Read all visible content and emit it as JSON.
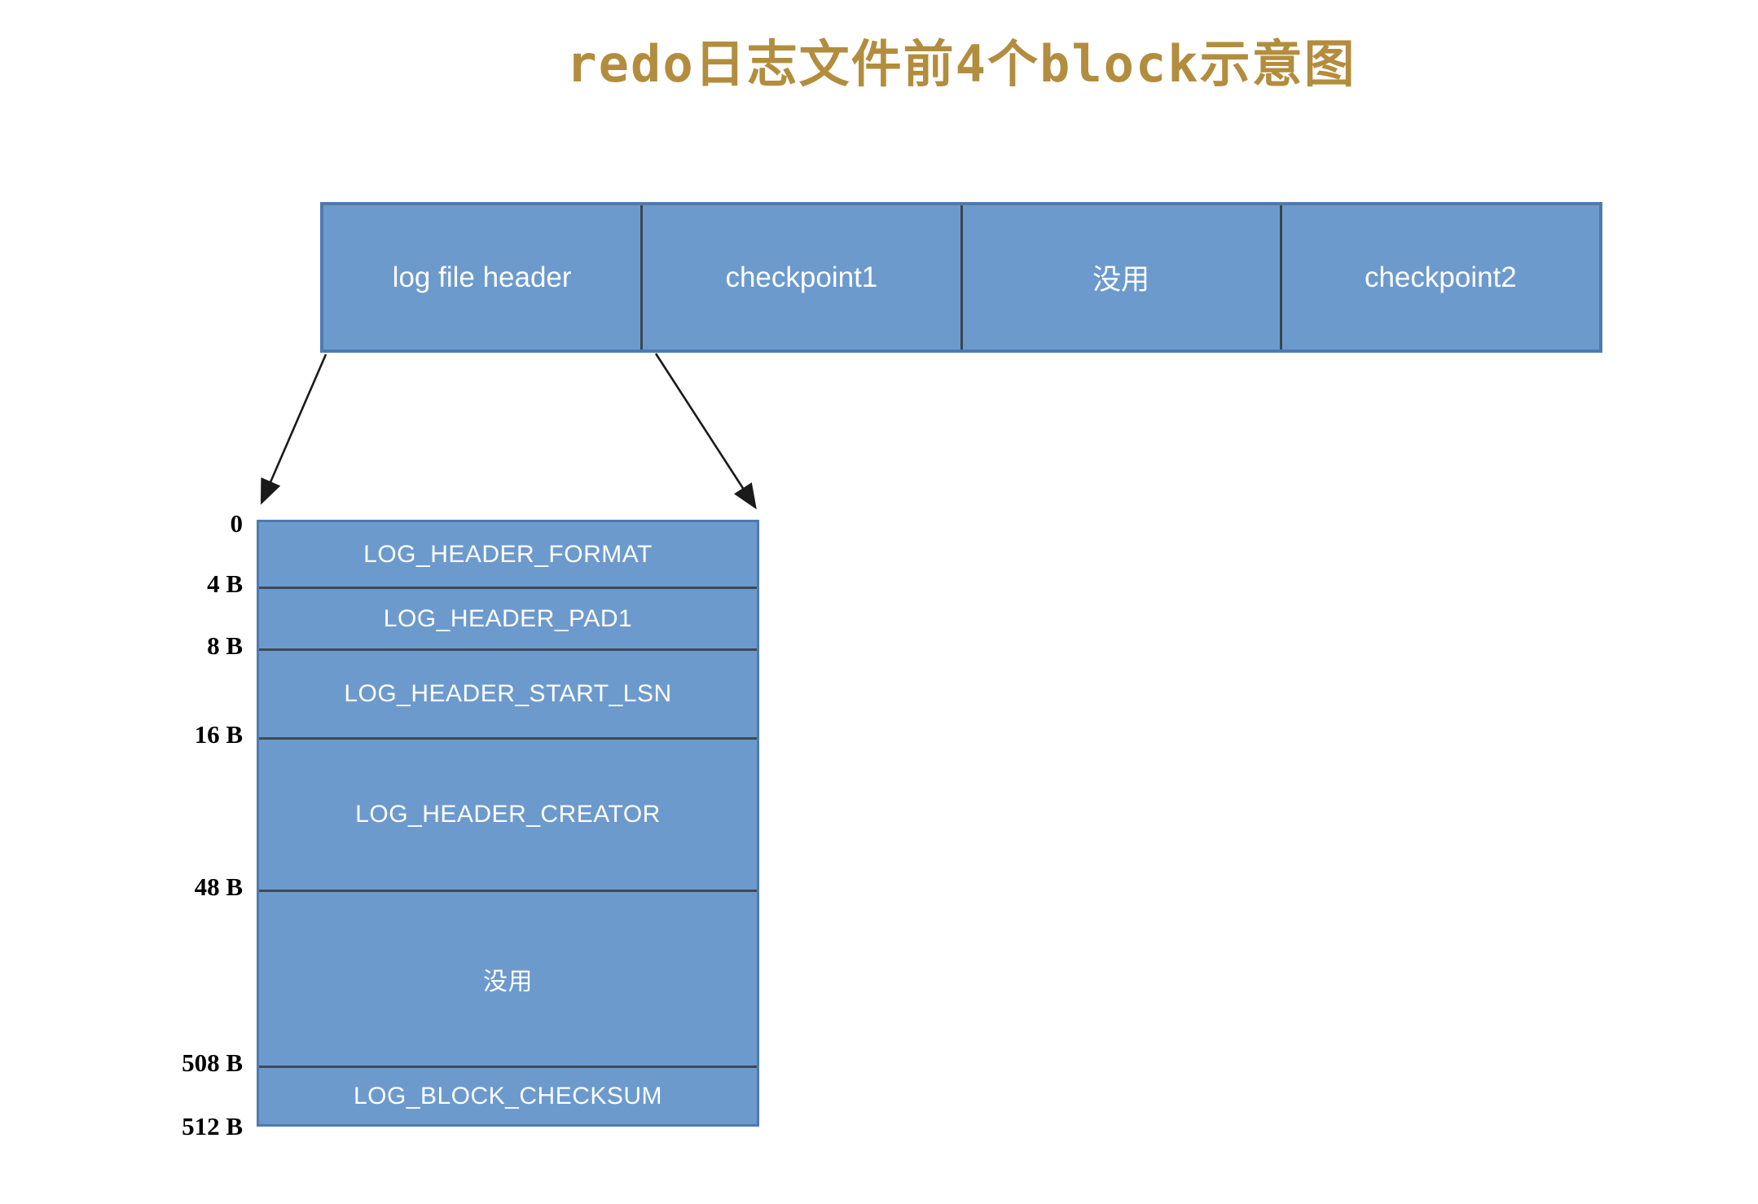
{
  "title": "redo日志文件前4个block示意图",
  "colors": {
    "title_gold": "#b38d3e",
    "block_fill": "#6c9acd",
    "block_border": "#4d7bb0",
    "divider": "#3d4a57",
    "block_text": "#ffffff",
    "offset_text": "#000000",
    "arrow": "#1a1a1a"
  },
  "top_row": {
    "blocks": [
      {
        "label": "log file header"
      },
      {
        "label": "checkpoint1"
      },
      {
        "label": "没用"
      },
      {
        "label": "checkpoint2"
      }
    ]
  },
  "detail": {
    "rows": [
      {
        "label": "LOG_HEADER_FORMAT",
        "range": "0 - 4 B"
      },
      {
        "label": "LOG_HEADER_PAD1",
        "range": "4 B - 8 B"
      },
      {
        "label": "LOG_HEADER_START_LSN",
        "range": "8 B - 16 B"
      },
      {
        "label": "LOG_HEADER_CREATOR",
        "range": "16 B - 48 B"
      },
      {
        "label": "没用",
        "range": "48 B - 508 B"
      },
      {
        "label": "LOG_BLOCK_CHECKSUM",
        "range": "508 B - 512 B"
      }
    ],
    "offsets": [
      {
        "label": "0"
      },
      {
        "label": "4 B"
      },
      {
        "label": "8 B"
      },
      {
        "label": "16 B"
      },
      {
        "label": "48 B"
      },
      {
        "label": "508 B"
      },
      {
        "label": "512 B"
      }
    ]
  }
}
